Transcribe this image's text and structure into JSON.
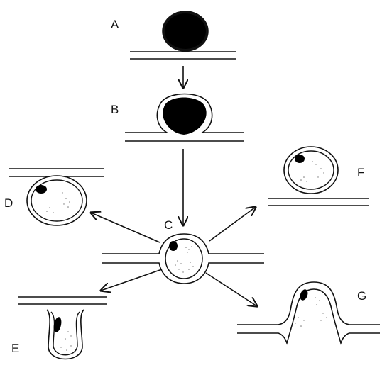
{
  "diagram": {
    "labels": {
      "a": "A",
      "b": "B",
      "c": "C",
      "d": "D",
      "e": "E",
      "f": "F",
      "g": "G"
    },
    "colors": {
      "ink": "#111111",
      "background": "#ffffff"
    }
  }
}
